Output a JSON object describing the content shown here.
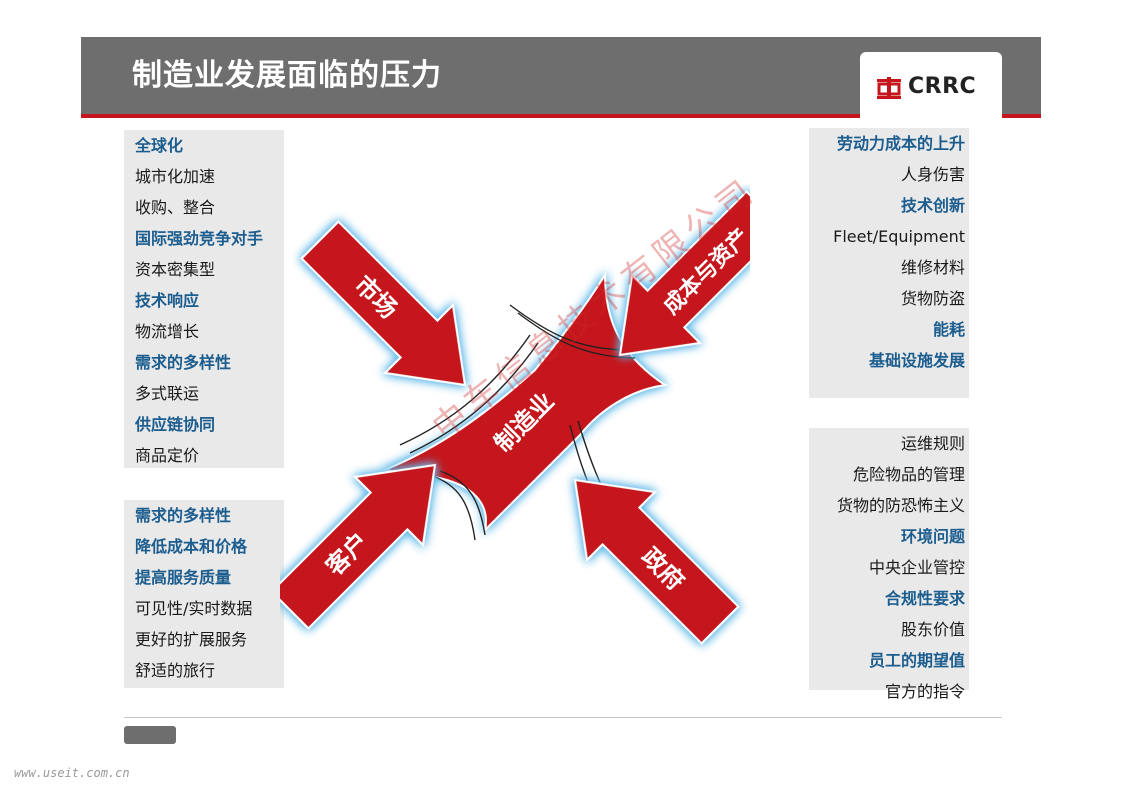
{
  "header": {
    "title": "制造业发展面临的压力",
    "logo_text": "CRRC",
    "accent_color": "#c4161c",
    "bar_color": "#6e6e6e"
  },
  "diagram": {
    "center_label": "制造业",
    "arrows": [
      {
        "label": "市场"
      },
      {
        "label": "成本与资产"
      },
      {
        "label": "客户"
      },
      {
        "label": "政府"
      }
    ]
  },
  "panels": {
    "top_left": [
      {
        "text": "全球化",
        "highlight": true
      },
      {
        "text": "城市化加速",
        "highlight": false
      },
      {
        "text": "收购、整合",
        "highlight": false
      },
      {
        "text": "国际强劲竞争对手",
        "highlight": true
      },
      {
        "text": "资本密集型",
        "highlight": false
      },
      {
        "text": "技术响应",
        "highlight": true
      },
      {
        "text": "物流增长",
        "highlight": false
      },
      {
        "text": "需求的多样性",
        "highlight": true
      },
      {
        "text": "多式联运",
        "highlight": false
      },
      {
        "text": "供应链协同",
        "highlight": true
      },
      {
        "text": "商品定价",
        "highlight": false
      }
    ],
    "bottom_left": [
      {
        "text": "需求的多样性",
        "highlight": true
      },
      {
        "text": "降低成本和价格",
        "highlight": true
      },
      {
        "text": "提高服务质量",
        "highlight": true
      },
      {
        "text": "可见性/实时数据",
        "highlight": false
      },
      {
        "text": "更好的扩展服务",
        "highlight": false
      },
      {
        "text": "舒适的旅行",
        "highlight": false
      }
    ],
    "top_right": [
      {
        "text": "劳动力成本的上升",
        "highlight": true
      },
      {
        "text": "人身伤害",
        "highlight": false
      },
      {
        "text": "技术创新",
        "highlight": true
      },
      {
        "text": "Fleet/Equipment",
        "highlight": false
      },
      {
        "text": "维修材料",
        "highlight": false
      },
      {
        "text": "货物防盗",
        "highlight": false
      },
      {
        "text": "能耗",
        "highlight": true
      },
      {
        "text": "基础设施发展",
        "highlight": true
      }
    ],
    "bottom_right": [
      {
        "text": "运维规则",
        "highlight": false
      },
      {
        "text": "危险物品的管理",
        "highlight": false
      },
      {
        "text": "货物的防恐怖主义",
        "highlight": false
      },
      {
        "text": "环境问题",
        "highlight": true
      },
      {
        "text": "中央企业管控",
        "highlight": false
      },
      {
        "text": "合规性要求",
        "highlight": true
      },
      {
        "text": "股东价值",
        "highlight": false
      },
      {
        "text": "员工的期望值",
        "highlight": true
      },
      {
        "text": "官方的指令",
        "highlight": false
      }
    ]
  },
  "watermark": "中车信息技术有限公司",
  "footer": {
    "url": "www.useit.com.cn"
  }
}
